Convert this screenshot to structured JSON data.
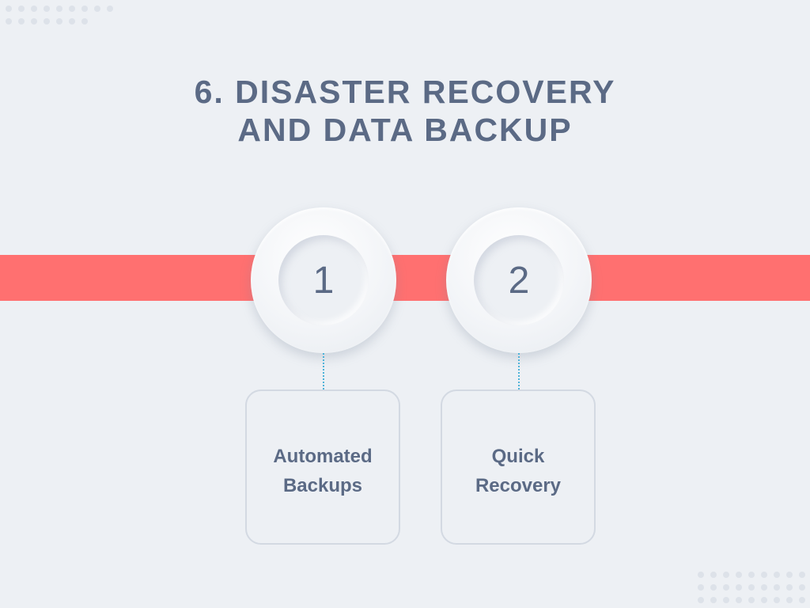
{
  "title": {
    "line1": "6. DISASTER RECOVERY",
    "line2": "AND DATA BACKUP"
  },
  "steps": [
    {
      "number": "1",
      "label_line1": "Automated",
      "label_line2": "Backups"
    },
    {
      "number": "2",
      "label_line1": "Quick",
      "label_line2": "Recovery"
    }
  ],
  "colors": {
    "background": "#edf0f4",
    "accent_band": "#ff7070",
    "text": "#5b6a85",
    "connector": "#4fb3d9",
    "card_border": "#d3d9e2"
  }
}
